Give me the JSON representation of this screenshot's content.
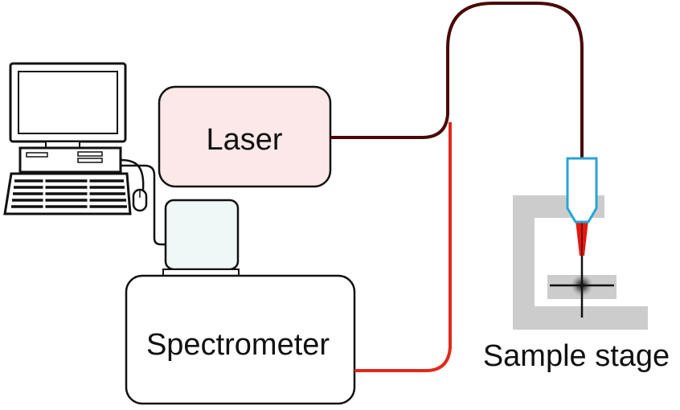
{
  "labels": {
    "laser": "Laser",
    "spectrometer": "Spectrometer",
    "sample_stage": "Sample stage"
  },
  "colors": {
    "laser_fill": "#fce8e8",
    "detector_fill": "#eef8f6",
    "excitation_fiber": "#4a0808",
    "collection_fiber": "#dd2a1c",
    "objective_outline": "#2aa3d6",
    "stage_gray": "#cccccc",
    "outline": "#111111"
  },
  "icons": {
    "computer": "desktop-computer-icon",
    "objective": "objective-lens-icon",
    "stage": "sample-stage-icon"
  }
}
